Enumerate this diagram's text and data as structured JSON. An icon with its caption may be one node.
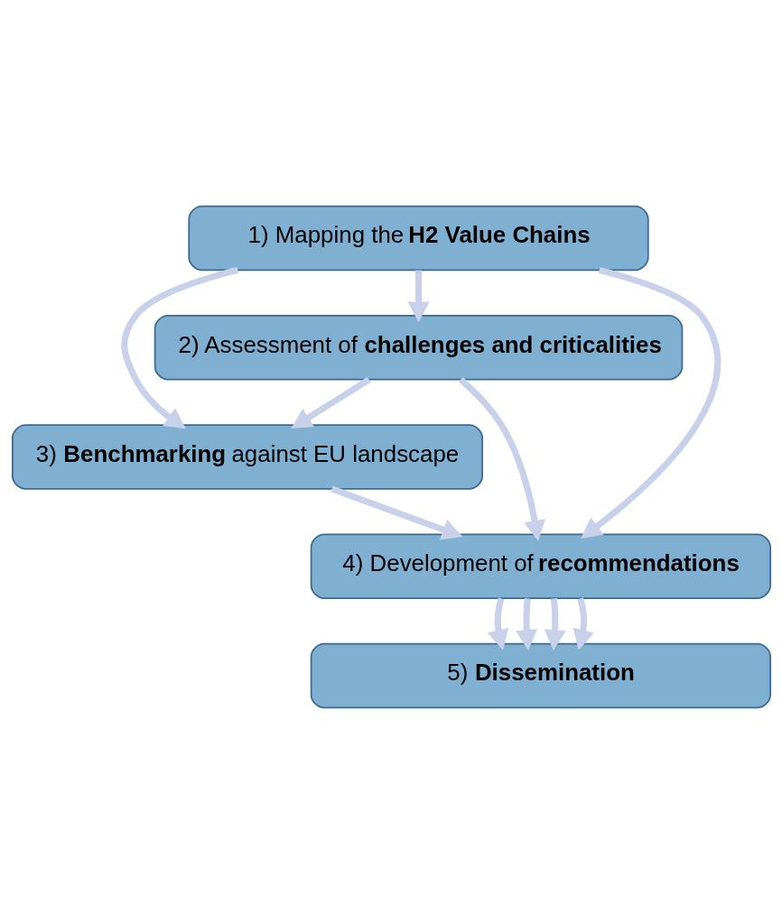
{
  "diagram": {
    "nodes": [
      {
        "text": [
          "1) Mapping the **H2 Value Chains**"
        ]
      },
      {
        "text": [
          "2) Assessment of **challenges and criticalities**"
        ]
      },
      {
        "text": [
          "3) **Benchmarking** against EU landscape"
        ]
      },
      {
        "text": [
          "4) Development of **recommendations**"
        ]
      },
      {
        "text": [
          "5) **Dissemination**"
        ]
      }
    ],
    "edges": [
      {
        "from": 0,
        "to": 3,
        "arrow": "to"
      },
      {
        "from": 0,
        "to": 2,
        "arrow": "to"
      },
      {
        "from": 0,
        "to": 1,
        "arrow": "to"
      },
      {
        "from": 1,
        "to": 2,
        "arrow": "to"
      },
      {
        "from": 1,
        "to": 3,
        "arrow": "to"
      },
      {
        "from": 2,
        "to": 3,
        "arrow": "to"
      },
      {
        "from": 3,
        "to": 4,
        "arrow": "to"
      },
      {
        "from": 3,
        "to": 4,
        "arrow": "to"
      },
      {
        "from": 3,
        "to": 4,
        "arrow": "to"
      },
      {
        "from": 3,
        "to": 4,
        "arrow": "to"
      }
    ]
  }
}
